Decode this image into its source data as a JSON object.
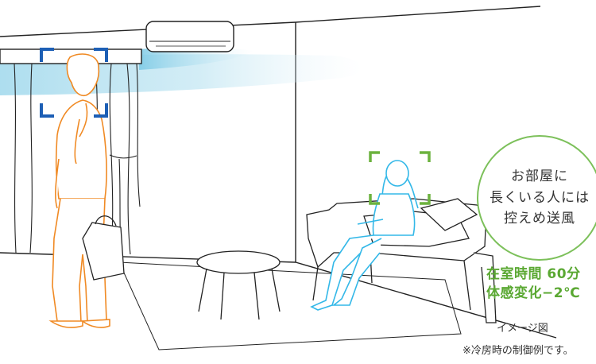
{
  "callout": {
    "line1": "お部屋に",
    "line2": "長くいる人には",
    "line3": "控えめ送風"
  },
  "stats": {
    "duration": "在室時間 60分",
    "temp_change": "体感変化−2℃"
  },
  "image_label": "イメージ図",
  "footnote": "※冷房時の制御例です。",
  "colors": {
    "airflow": "#a9dcee",
    "standing_person": "#f08a24",
    "seated_person": "#33b8e8",
    "frame_blue": "#1d5fb5",
    "frame_green": "#6cb23e",
    "line_art": "#222222",
    "highlight_text": "#5aa832"
  },
  "icons": {
    "air_conditioner": "air-conditioner-icon",
    "focus_frame": "focus-bracket-icon"
  }
}
